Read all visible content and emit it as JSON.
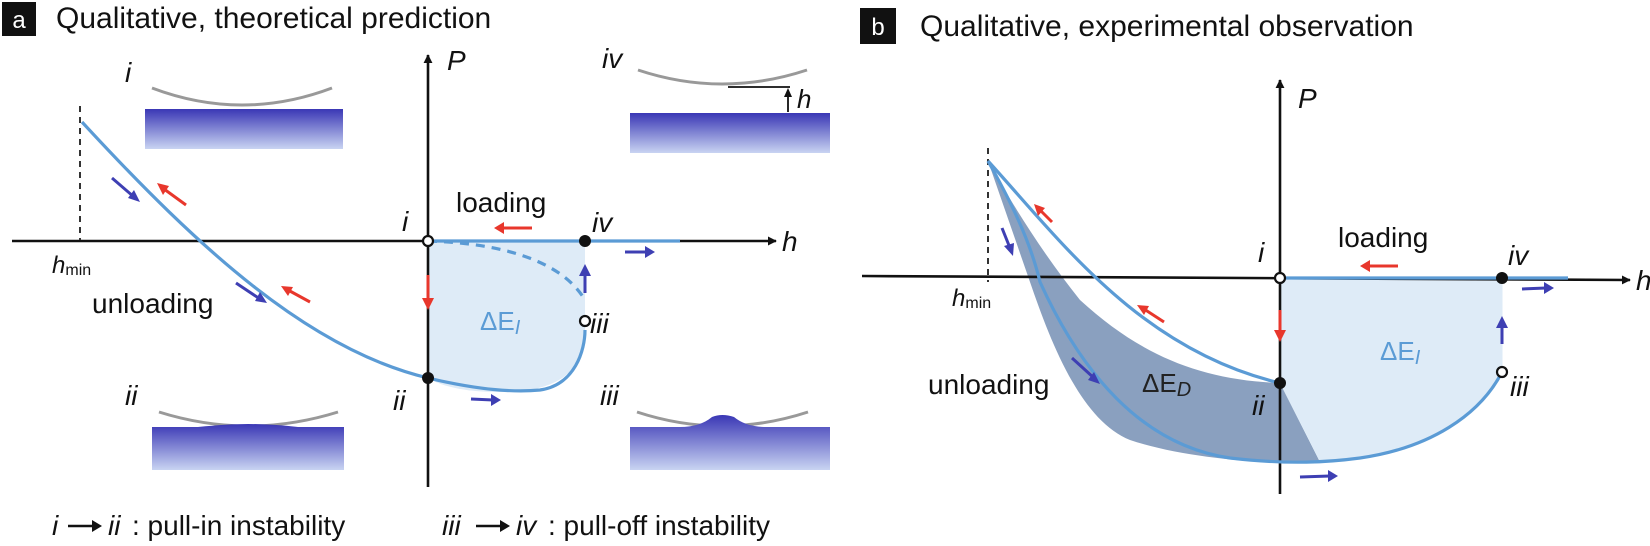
{
  "panel_a": {
    "tag": "a",
    "title": "Qualitative, theoretical prediction",
    "axis_p": "P",
    "axis_h": "h",
    "hmin_h": "h",
    "hmin_sub": "min",
    "loading": "loading",
    "unloading": "unloading",
    "energy_delta": "ΔE",
    "energy_sub": "I",
    "state_i": "i",
    "state_ii": "ii",
    "state_iii": "iii",
    "state_iv": "iv",
    "inset_h": "h",
    "legend_left_from": "i",
    "legend_left_to": "ii",
    "legend_left_text": ": pull-in instability",
    "legend_right_from": "iii",
    "legend_right_to": "iv",
    "legend_right_text": ": pull-off instability"
  },
  "panel_b": {
    "tag": "b",
    "title": "Qualitative, experimental observation",
    "axis_p": "P",
    "axis_h": "h",
    "hmin_h": "h",
    "hmin_sub": "min",
    "loading": "loading",
    "unloading": "unloading",
    "energy_i_delta": "ΔE",
    "energy_i_sub": "I",
    "energy_d_delta": "ΔE",
    "energy_d_sub": "D",
    "state_i": "i",
    "state_ii": "ii",
    "state_iii": "iii",
    "state_iv": "iv"
  },
  "colors": {
    "curve": "#5b9bd5",
    "fill_light": "#deebf7",
    "fill_dark": "#8aa0bf",
    "arrow_red": "#e8372c",
    "arrow_blue": "#3e3fb3",
    "substrate": "#3a37b5"
  }
}
